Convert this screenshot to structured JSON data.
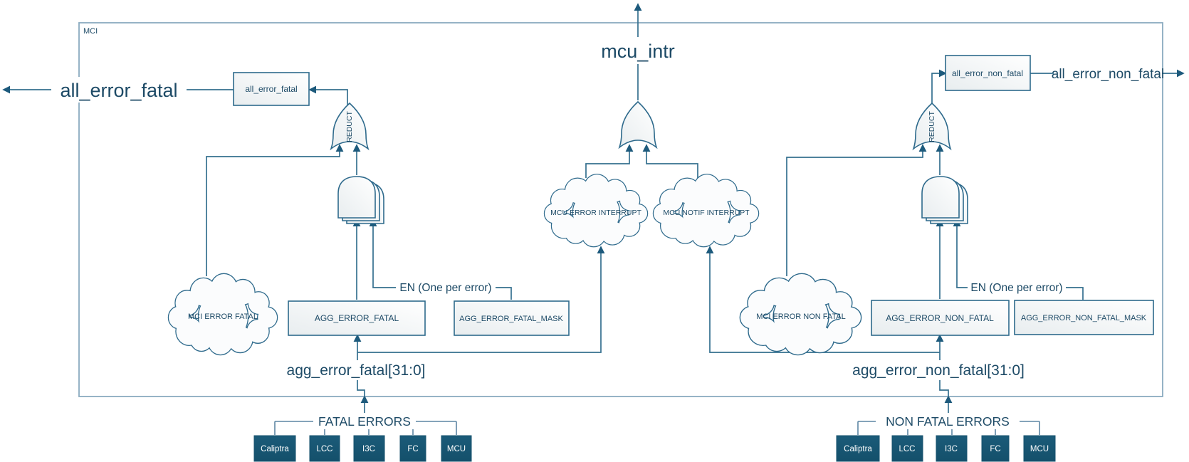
{
  "mci_label": "MCI",
  "colors": {
    "wire": "#35708F",
    "arrow": "#1D5A7C",
    "bracket": "#5D86A4",
    "border": "#8AABC0",
    "text": "#1D4A66",
    "chip_fill": "#1A5674",
    "chip_text": "#FFFFFF"
  },
  "left": {
    "port_label": "all_error_fatal",
    "register_label": "all_error_fatal",
    "gate_label": "REDUCT",
    "cloud_label": "MCI ERROR FATAL",
    "agg_label": "AGG_ERROR_FATAL",
    "mask_label": "AGG_ERROR_FATAL_MASK",
    "en_label": "EN (One per error)",
    "bus_label": "agg_error_fatal[31:0]",
    "group_label": "FATAL ERRORS",
    "chips": [
      "Caliptra",
      "LCC",
      "I3C",
      "FC",
      "MCU"
    ]
  },
  "center": {
    "port_label": "mcu_intr",
    "error_cloud_label": "MCU ERROR INTERRUPT",
    "notif_cloud_label": "MCU NOTIF INTERRUPT"
  },
  "right": {
    "port_label": "all_error_non_fatal",
    "register_label": "all_error_non_fatal",
    "gate_label": "REDUCT",
    "cloud_label": "MCI ERROR NON FATAL",
    "agg_label": "AGG_ERROR_NON_FATAL",
    "mask_label": "AGG_ERROR_NON_FATAL_MASK",
    "en_label": "EN (One per error)",
    "bus_label": "agg_error_non_fatal[31:0]",
    "group_label": "NON FATAL ERRORS",
    "chips": [
      "Caliptra",
      "LCC",
      "I3C",
      "FC",
      "MCU"
    ]
  }
}
